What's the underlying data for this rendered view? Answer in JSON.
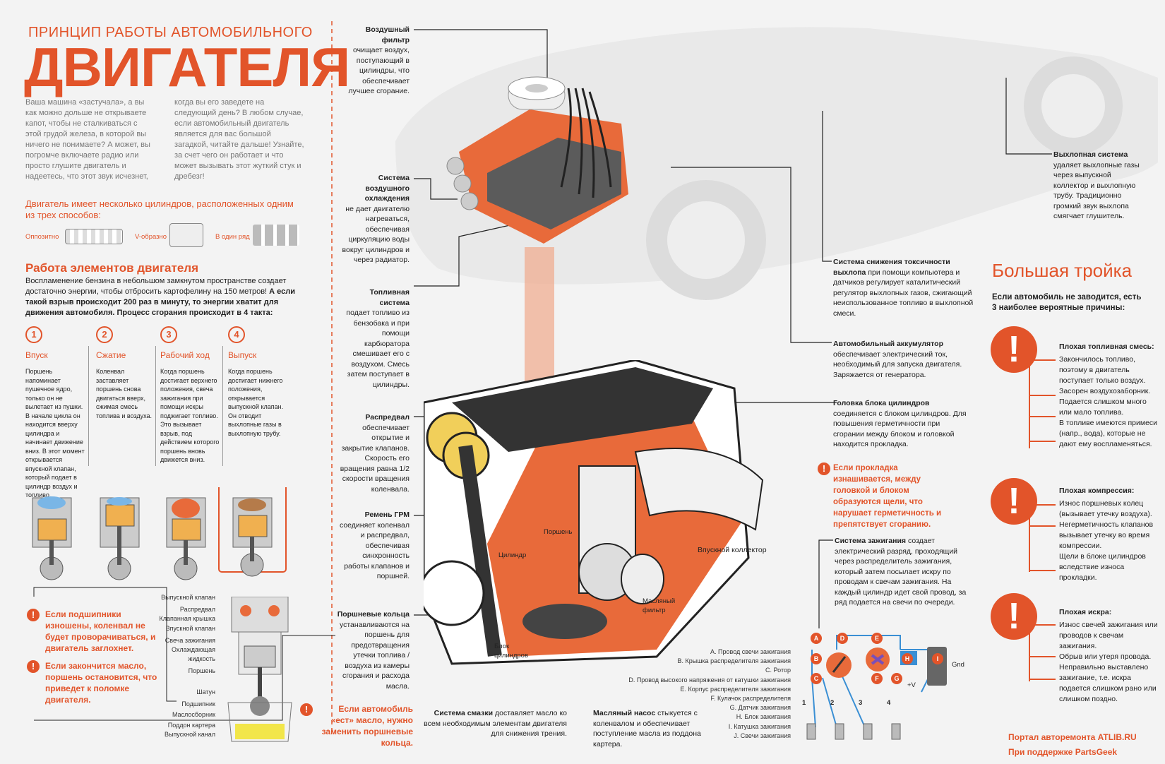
{
  "header": {
    "subtitle": "ПРИНЦИП РАБОТЫ АВТОМОБИЛЬНОГО",
    "title": "ДВИГАТЕЛЯ"
  },
  "intro": {
    "col1": "Ваша машина «застучала», а вы как можно дольше не открываете капот, чтобы не сталкиваться с этой грудой железа, в которой вы ничего не понимаете? А может, вы погромче включаете радио или просто глушите двигатель и надеетесь, что этот звук исчезнет,",
    "col2": "когда вы его заведете на следующий день? В любом случае, если автомобильный двигатель является для вас большой загадкой, читайте дальше! Узнайте, за счет чего он работает и что может вызывать этот жуткий стук и дребезг!"
  },
  "cylinders": {
    "heading": "Двигатель имеет несколько цилиндров, расположенных одним из трех способов:",
    "types": [
      "Оппозитно",
      "V-образно",
      "В один ряд"
    ]
  },
  "work": {
    "heading": "Работа элементов двигателя",
    "text_normal": "Воспламенение бензина в небольшом замкнутом пространстве создает достаточно энергии, чтобы отбросить картофелину на 150 метров!",
    "text_bold": "А если такой взрыв происходит 200 раз в минуту, то энергии хватит для движения автомобиля. Процесс сгорания происходит в 4 такта:"
  },
  "strokes": [
    {
      "num": "1",
      "name": "Впуск",
      "text": "Поршень напоминает пушечное ядро, только он не вылетает из пушки. В начале цикла он находится вверху цилиндра и начинает движение вниз. В этот момент открывается впускной клапан, который подает в цилиндр воздух и топливо."
    },
    {
      "num": "2",
      "name": "Сжатие",
      "text": "Коленвал заставляет поршень снова двигаться вверх, сжимая смесь топлива и воздуха."
    },
    {
      "num": "3",
      "name": "Рабочий ход",
      "text": "Когда поршень достигает верхнего положения, свеча зажигания при помощи искры поджигает топливо. Это вызывает взрыв, под действием которого поршень вновь движется вниз."
    },
    {
      "num": "4",
      "name": "Выпуск",
      "text": "Когда поршень достигает нижнего положения, открывается выпускной клапан. Он отводит выхлопные газы в выхлопную трубу."
    }
  ],
  "warnings_left": [
    "Если подшипники изношены, коленвал не будет проворачиваться, и двигатель заглохнет.",
    "Если закончится масло, поршень остановится, что приведет к поломке двигателя."
  ],
  "piston_labels": [
    "Выпускной клапан",
    "Распредвал",
    "Клапанная крышка",
    "Впускной клапан",
    "Свеча зажигания",
    "Охлаждающая жидкость",
    "Поршень",
    "Шатун",
    "Подшипник",
    "Маслосборник",
    "Поддон картера",
    "Выпускной канал"
  ],
  "center": {
    "air_filter": {
      "title": "Воздушный фильтр",
      "text": "очищает воздух, поступающий в цилиндры, что обеспечивает лучшее сгорание."
    },
    "cooling": {
      "title": "Система воздушного охлаждения",
      "text": "не дает двигателю нагреваться, обеспечивая циркуляцию воды вокруг цилиндров и через радиатор."
    },
    "fuel": {
      "title": "Топливная система",
      "text": "подает топливо из бензобака и при помощи карбюратора смешивает его с воздухом. Смесь затем поступает в цилиндры."
    },
    "camshaft": {
      "title": "Распредвал",
      "text": "обеспечивает открытие и закрытие клапанов. Скорость его вращения равна 1/2 скорости вращения коленвала."
    },
    "belt": {
      "title": "Ремень ГРМ",
      "text": "соединяет коленвал и распредвал, обеспечивая синхронность работы клапанов и поршней."
    },
    "rings": {
      "title": "Поршневые кольца",
      "text": "устанавливаются на поршень для предотвращения утечки топлива / воздуха из камеры сгорания и расхода масла."
    },
    "warn_oil": "Если автомобиль «ест» масло, нужно заменить поршневые кольца.",
    "lube": {
      "title": "Система смазки",
      "text": "доставляет масло ко всем необходимым элементам двигателя для снижения трения."
    },
    "pump": {
      "title": "Масляный насос",
      "text": "стыкуется с коленвалом и обеспечивает поступление масла из поддона картера."
    },
    "engine_labels": {
      "piston": "Поршень",
      "cylinder": "Цилиндр",
      "intake": "Впускной коллектор",
      "oil_filter": "Масляный фильтр",
      "block": "Блок цилиндров"
    }
  },
  "right": {
    "exhaust": {
      "title": "Выхлопная система",
      "text": "удаляет выхлопные газы через выпускной коллектор и выхлопную трубу. Традиционно громкий звук выхлопа смягчает глушитель."
    },
    "toxicity": {
      "title": "Система снижения токсичности выхлопа",
      "text": "при помощи компьютера и датчиков регулирует каталитический регулятор выхлопных газов, сжигающий неиспользованное топливо в выхлопной смеси."
    },
    "battery": {
      "title": "Автомобильный аккумулятор",
      "text": "обеспечивает электрический ток, необходимый для запуска двигателя. Заряжается от генератора."
    },
    "head": {
      "title": "Головка блока цилиндров",
      "text": "соединяется с блоком цилиндров. Для повышения герметичности при сгорании между блоком и головкой находится прокладка."
    },
    "warn_gasket": "Если прокладка изнашивается, между головкой и блоком образуются щели, что нарушает герметичность и препятствует сгоранию.",
    "ignition": {
      "title": "Система зажигания",
      "text": "создает электрический разряд, проходящий через распределитель зажигания, который затем посылает искру по проводам к свечам зажигания. На каждый цилиндр идет свой провод, за ряд подается на свечи по очереди."
    },
    "ignition_legend": [
      "A. Провод свечи зажигания",
      "B. Крышка распределителя зажигания",
      "C. Ротор",
      "D. Провод высокого напряжения от катушки зажигания",
      "E. Корпус распределителя зажигания",
      "F. Кулачок распределителя",
      "G. Датчик зажигания",
      "H. Блок зажигания",
      "I. Катушка зажигания",
      "J. Свечи зажигания"
    ],
    "ign_marks": {
      "gnd": "Gnd",
      "plus_v": "+V",
      "cyl": [
        "1",
        "2",
        "3",
        "4"
      ]
    }
  },
  "big_three": {
    "title": "Большая тройка",
    "subtitle": "Если автомобиль не заводится, есть 3 наиболее вероятные причины:",
    "groups": [
      {
        "title": "Плохая топливная смесь:",
        "items": [
          "Закончилось топливо, поэтому в двигатель поступает только воздух.",
          "Засорен воздухозаборник.",
          "Подается слишком много или мало топлива.",
          "В топливе имеются примеси (напр., вода), которые не дают ему воспламеняться."
        ]
      },
      {
        "title": "Плохая компрессия:",
        "items": [
          "Износ поршневых колец (вызывает утечку воздуха).",
          "Негерметичность клапанов вызывает утечку во время компрессии.",
          "Щели в блоке цилиндров вследствие износа прокладки."
        ]
      },
      {
        "title": "Плохая искра:",
        "items": [
          "Износ свечей зажигания или проводов к свечам зажигания.",
          "Обрыв или утеря провода.",
          "Неправильно выставлено зажигание, т.е. искра подается слишком рано или слишком поздно."
        ]
      }
    ]
  },
  "footer": {
    "line1": "Портал авторемонта ATLIB.RU",
    "line2": "При поддержке PartsGeek"
  },
  "colors": {
    "accent": "#e2542a",
    "background": "#f3f3f3",
    "engine_orange": "#e86a3a"
  }
}
